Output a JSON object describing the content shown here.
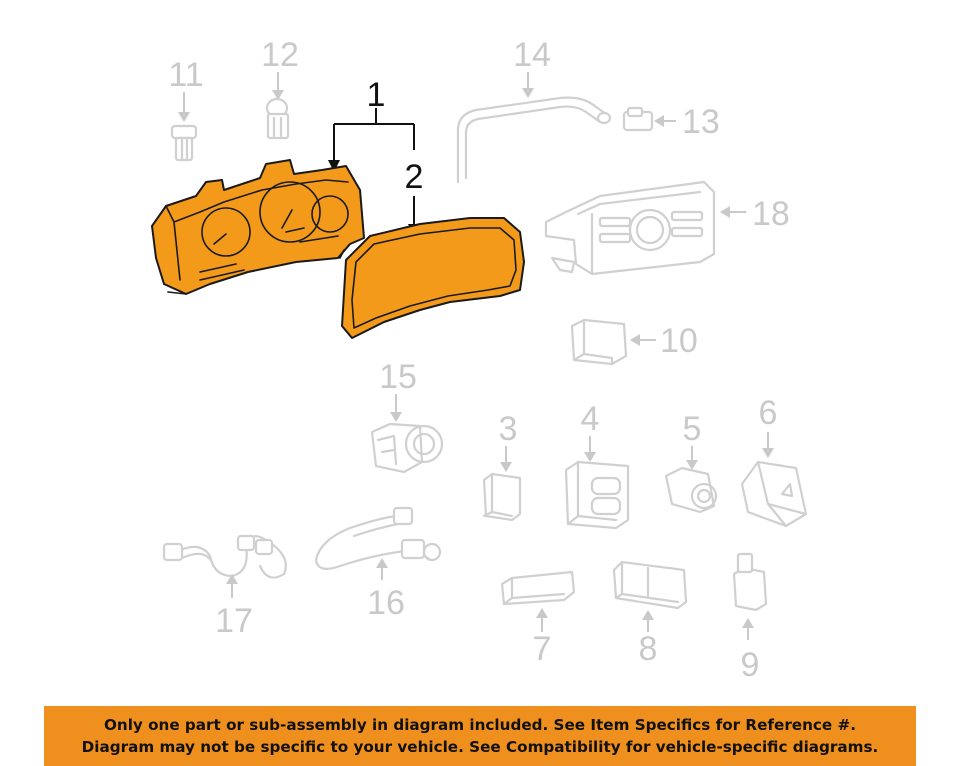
{
  "callouts": {
    "n1": "1",
    "n2": "2",
    "n3": "3",
    "n4": "4",
    "n5": "5",
    "n6": "6",
    "n7": "7",
    "n8": "8",
    "n9": "9",
    "n10": "10",
    "n11": "11",
    "n12": "12",
    "n13": "13",
    "n14": "14",
    "n15": "15",
    "n16": "16",
    "n17": "17",
    "n18": "18"
  },
  "colors": {
    "highlight": "#f39a1a",
    "banner": "#ef8f1d",
    "ghost": "#d0d0d0"
  },
  "banner": {
    "line1": "Only one part or sub-assembly in diagram included. See Item Specifics for Reference #.",
    "line2": "Diagram may not be specific to your vehicle. See Compatibility for vehicle-specific diagrams."
  }
}
